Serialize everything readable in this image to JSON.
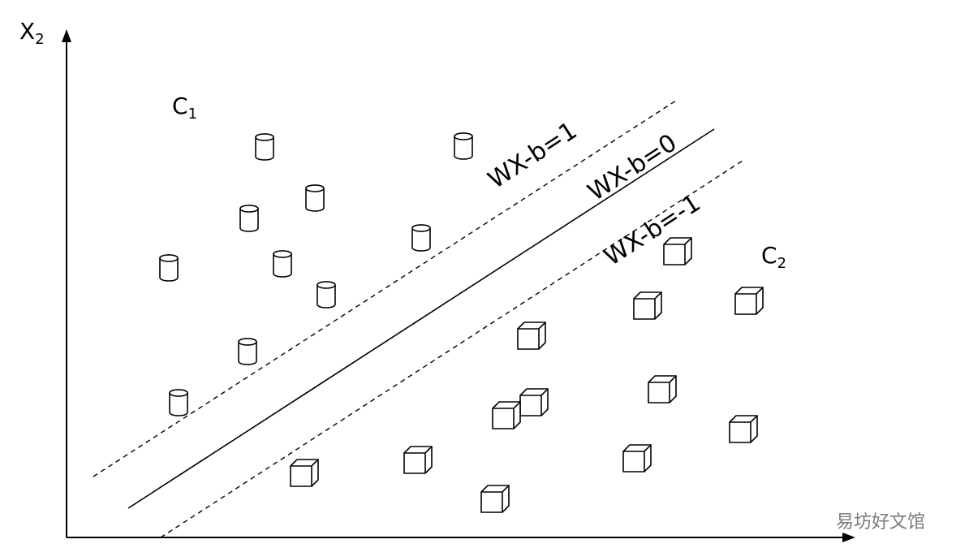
{
  "axes": {
    "y_label_main": "X",
    "y_label_sub": "2"
  },
  "classes": {
    "c1_main": "C",
    "c1_sub": "1",
    "c2_main": "C",
    "c2_sub": "2"
  },
  "lines": {
    "upper": "WX-b=1",
    "middle": "WX-b=0",
    "lower": "WX-b=-1"
  },
  "watermark": "易坊好文馆"
}
